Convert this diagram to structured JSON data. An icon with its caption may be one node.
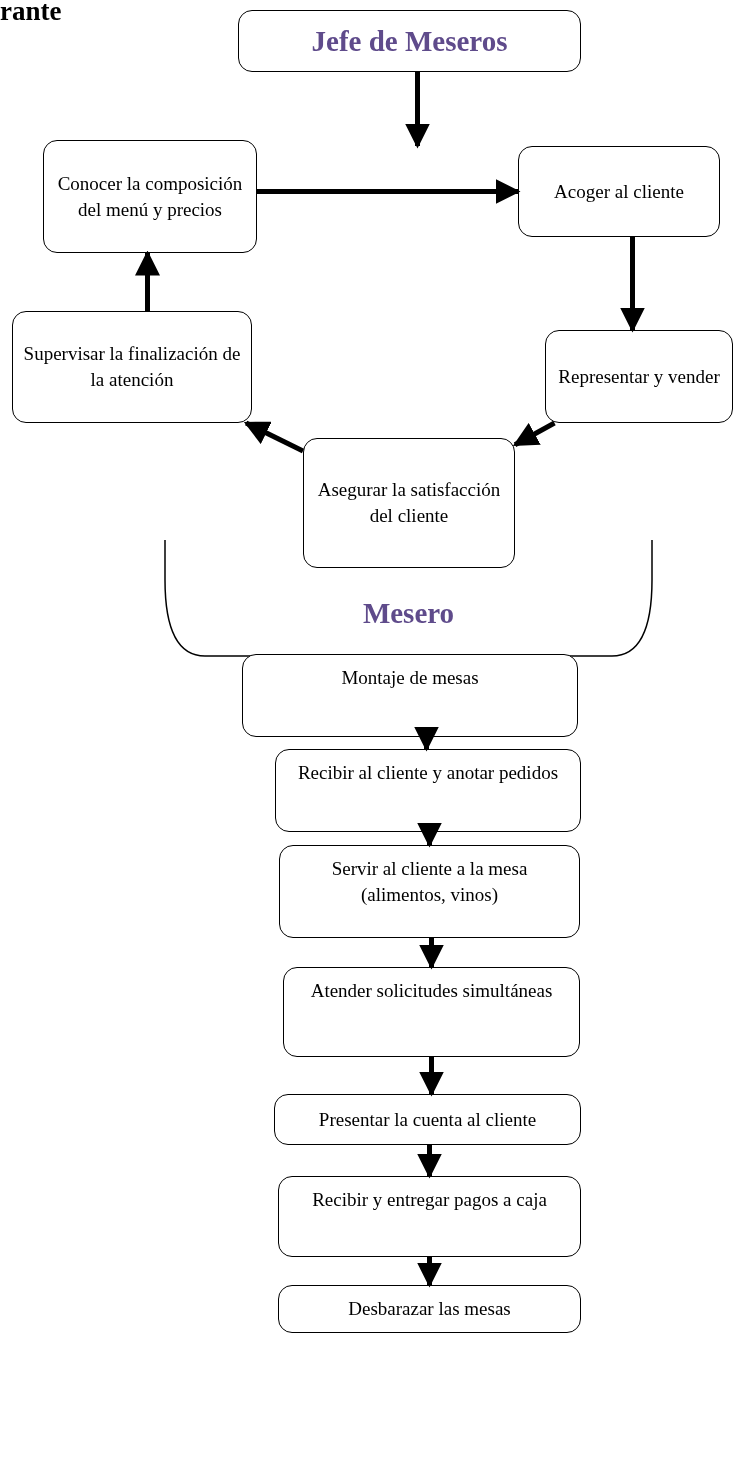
{
  "diagram": {
    "nodes": [
      {
        "text": [
          "Jefe de Meseros"
        ]
      },
      {
        "text": [
          "Conocer la composición del menú y precios"
        ]
      },
      {
        "text": [
          "Acoger al cliente"
        ]
      },
      {
        "text": [
          "Supervisar la finalización de la atención"
        ]
      },
      {
        "text": [
          "Representar y vender"
        ]
      },
      {
        "text": [
          "Asegurar la satisfacción del cliente"
        ]
      },
      {
        "text": [
          "Mesero"
        ]
      },
      {
        "text": [
          "Montaje de mesas"
        ]
      },
      {
        "text": [
          "Recibir al cliente y anotar pedidos"
        ]
      },
      {
        "text": [
          "Servir al cliente a la mesa (alimentos, vinos)"
        ]
      },
      {
        "text": [
          "Atender solicitudes simultáneas"
        ]
      },
      {
        "text": [
          "Presentar la cuenta al cliente"
        ]
      },
      {
        "text": [
          "Recibir y entregar pagos a caja"
        ]
      },
      {
        "text": [
          "Desbarazar las mesas"
        ]
      }
    ],
    "edges": [
      {
        "from": 0,
        "to": null,
        "arrow": "to"
      },
      {
        "from": 1,
        "to": 2,
        "arrow": "to"
      },
      {
        "from": 2,
        "to": 4,
        "arrow": "to"
      },
      {
        "from": 4,
        "to": 5,
        "arrow": "to"
      },
      {
        "from": 5,
        "to": 3,
        "arrow": "to"
      },
      {
        "from": 3,
        "to": 1,
        "arrow": "to"
      },
      {
        "from": 7,
        "to": 8,
        "arrow": "to"
      },
      {
        "from": 8,
        "to": 9,
        "arrow": "to"
      },
      {
        "from": 9,
        "to": 10,
        "arrow": "to"
      },
      {
        "from": 10,
        "to": 11,
        "arrow": "to"
      },
      {
        "from": 11,
        "to": 12,
        "arrow": "to"
      },
      {
        "from": 12,
        "to": 13,
        "arrow": "to"
      }
    ],
    "labels": [
      "rante"
    ]
  }
}
